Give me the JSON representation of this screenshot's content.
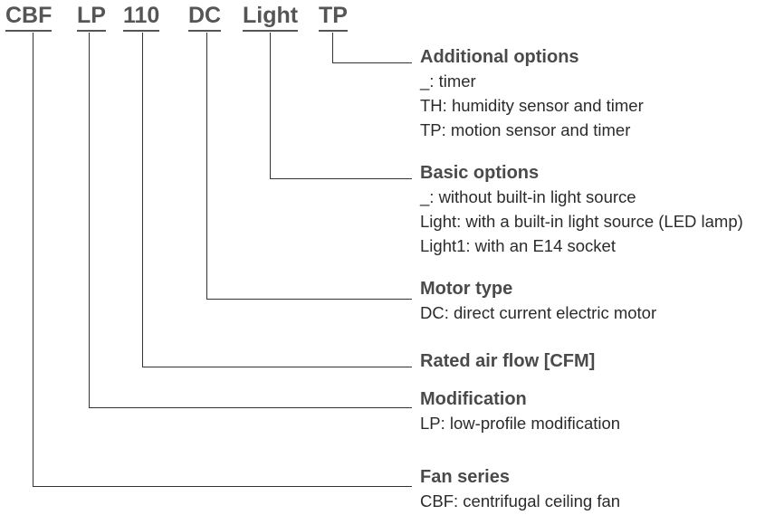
{
  "code_parts": [
    "CBF",
    "LP",
    "110",
    "DC",
    "Light",
    "TP"
  ],
  "sections": [
    {
      "heading": "Additional options",
      "items": [
        "_: timer",
        "TH: humidity sensor and timer",
        "TP: motion sensor and timer"
      ]
    },
    {
      "heading": "Basic options",
      "items": [
        "_: without built-in light source",
        "Light: with a built-in light source (LED lamp)",
        "Light1: with an E14 socket"
      ]
    },
    {
      "heading": "Motor type",
      "items": [
        "DC: direct current electric motor"
      ]
    },
    {
      "heading": "Rated air flow [CFM]",
      "items": []
    },
    {
      "heading": "Modification",
      "items": [
        "LP: low-profile modification"
      ]
    },
    {
      "heading": "Fan series",
      "items": [
        "CBF: centrifugal ceiling fan"
      ]
    }
  ]
}
